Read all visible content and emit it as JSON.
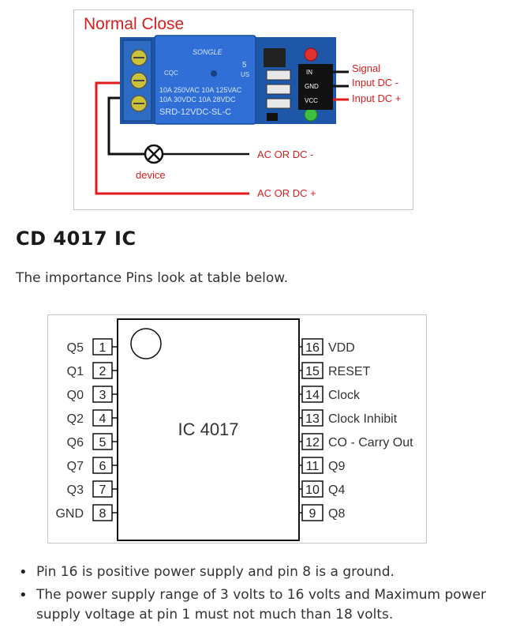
{
  "relay_diagram": {
    "title": "Normal Close",
    "relay_brand": "SONGLE",
    "relay_lines": [
      "10A 250VAC  10A 125VAC",
      "10A  30VDC  10A  28VDC",
      "SRD-12VDC-SL-C"
    ],
    "relay_marks": [
      "CQC",
      "5",
      "US"
    ],
    "header_pins": [
      "IN",
      "GND",
      "VCC"
    ],
    "pin_labels": [
      "Signal",
      "Input DC -",
      "Input DC +"
    ],
    "device_label": "device",
    "ac_labels": [
      "AC OR DC -",
      "AC OR DC +"
    ],
    "colors": {
      "wire_red": "#e21b1b",
      "wire_black": "#111111",
      "board_blue": "#1f57a8",
      "relay_blue": "#2f6fd6",
      "label_red": "#d6201f"
    }
  },
  "section": {
    "heading": "CD 4017 IC",
    "intro": "The importance Pins look at table below."
  },
  "ic_diagram": {
    "chip_label": "IC 4017",
    "left_pins": [
      {
        "num": "1",
        "name": "Q5"
      },
      {
        "num": "2",
        "name": "Q1"
      },
      {
        "num": "3",
        "name": "Q0"
      },
      {
        "num": "4",
        "name": "Q2"
      },
      {
        "num": "5",
        "name": "Q6"
      },
      {
        "num": "6",
        "name": "Q7"
      },
      {
        "num": "7",
        "name": "Q3"
      },
      {
        "num": "8",
        "name": "GND"
      }
    ],
    "right_pins": [
      {
        "num": "16",
        "name": "VDD"
      },
      {
        "num": "15",
        "name": "RESET"
      },
      {
        "num": "14",
        "name": "Clock"
      },
      {
        "num": "13",
        "name": "Clock Inhibit"
      },
      {
        "num": "12",
        "name": "CO - Carry Out"
      },
      {
        "num": "11",
        "name": "Q9"
      },
      {
        "num": "10",
        "name": "Q4"
      },
      {
        "num": "9",
        "name": "Q8"
      }
    ]
  },
  "notes": [
    "Pin 16 is positive power supply and pin 8 is a ground.",
    "The power supply range of 3 volts to 16 volts and Maximum power supply voltage at pin 1 must not much than 18 volts."
  ]
}
